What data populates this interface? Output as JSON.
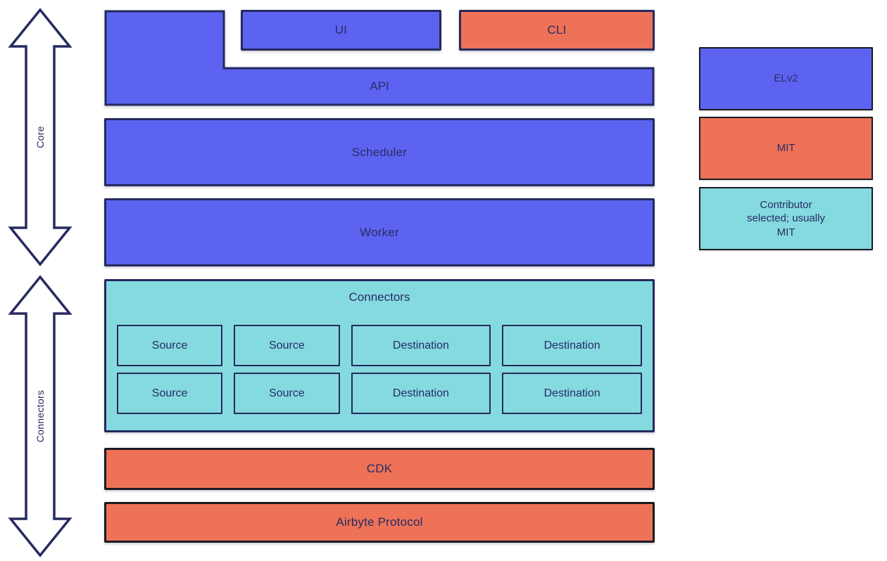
{
  "groups": {
    "core": {
      "label": "Core"
    },
    "connectors": {
      "label": "Connectors"
    }
  },
  "blocks": {
    "ui": "UI",
    "cli": "CLI",
    "api": "API",
    "scheduler": "Scheduler",
    "worker": "Worker",
    "connectors": {
      "title": "Connectors",
      "rows": [
        [
          "Source",
          "Source",
          "Destination",
          "Destination"
        ],
        [
          "Source",
          "Source",
          "Destination",
          "Destination"
        ]
      ]
    },
    "cdk": "CDK",
    "protocol": "Airbyte Protocol"
  },
  "legend": {
    "items": [
      {
        "label": "ELv2",
        "color": "#5d63f1"
      },
      {
        "label": "MIT",
        "color": "#ee7257"
      },
      {
        "label": "Contributor selected; usually MIT",
        "color": "#85dae0"
      }
    ]
  },
  "colors": {
    "elv2_blue": "#5d63f1",
    "mit_orange": "#ee7257",
    "contributor_teal": "#85dae0",
    "outline_navy": "#242a5e",
    "outline_dark": "#1a1b22",
    "arrow_navy": "#262b5f",
    "text_navy": "#262c63"
  }
}
